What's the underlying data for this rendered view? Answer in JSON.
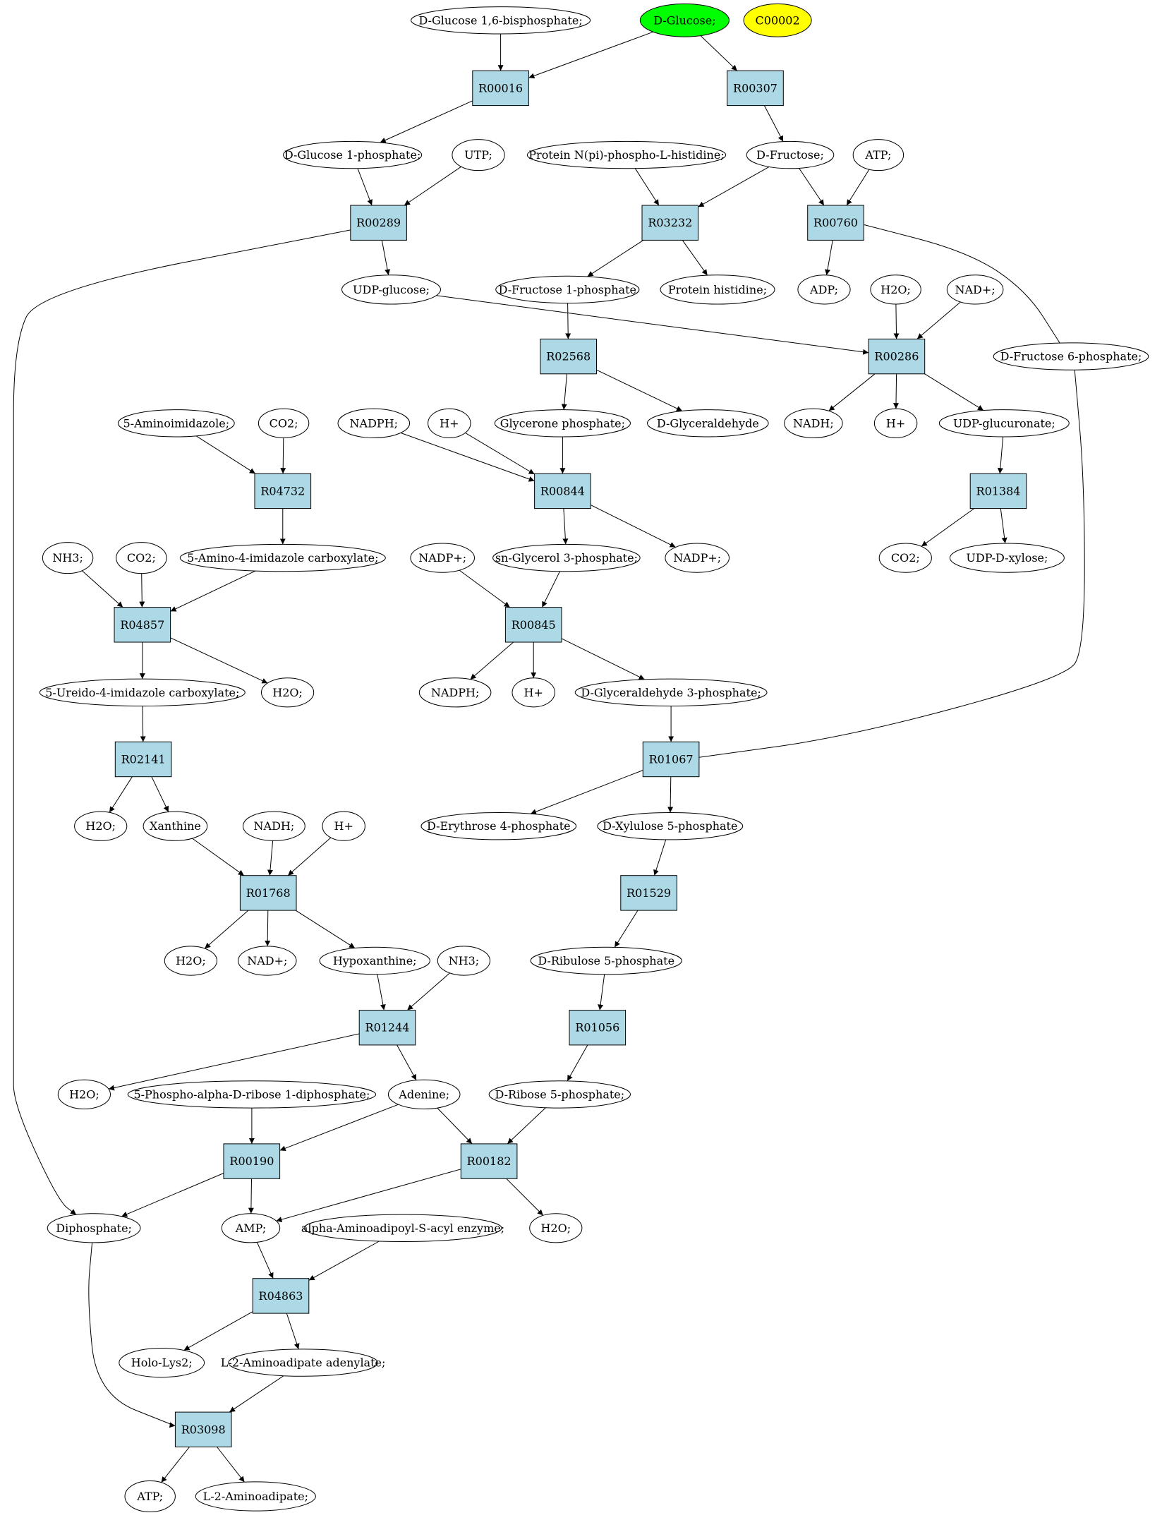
{
  "colors": {
    "reaction_fill": "#add8e6",
    "compound_fill": "#ffffff",
    "start_fill": "#00ff00",
    "query_fill": "#ffff00",
    "stroke": "#000000"
  },
  "nodes": [
    {
      "id": "g16bp",
      "kind": "compound",
      "label": "D-Glucose 1,6-bisphosphate;"
    },
    {
      "id": "dglc",
      "kind": "start",
      "label": "D-Glucose;"
    },
    {
      "id": "c00002",
      "kind": "query",
      "label": "C00002"
    },
    {
      "id": "R00016",
      "kind": "reaction",
      "label": "R00016"
    },
    {
      "id": "R00307",
      "kind": "reaction",
      "label": "R00307"
    },
    {
      "id": "g1p",
      "kind": "compound",
      "label": "D-Glucose 1-phosphate;"
    },
    {
      "id": "utp",
      "kind": "compound",
      "label": "UTP;"
    },
    {
      "id": "prothis",
      "kind": "compound",
      "label": "Protein N(pi)-phospho-L-histidine;"
    },
    {
      "id": "fru",
      "kind": "compound",
      "label": "D-Fructose;"
    },
    {
      "id": "atp1",
      "kind": "compound",
      "label": "ATP;"
    },
    {
      "id": "R00289",
      "kind": "reaction",
      "label": "R00289"
    },
    {
      "id": "R03232",
      "kind": "reaction",
      "label": "R03232"
    },
    {
      "id": "R00760",
      "kind": "reaction",
      "label": "R00760"
    },
    {
      "id": "udpglc",
      "kind": "compound",
      "label": "UDP-glucose;"
    },
    {
      "id": "f1p",
      "kind": "compound",
      "label": "D-Fructose 1-phosphate"
    },
    {
      "id": "prhis",
      "kind": "compound",
      "label": "Protein histidine;"
    },
    {
      "id": "adp",
      "kind": "compound",
      "label": "ADP;"
    },
    {
      "id": "h2o_a",
      "kind": "compound",
      "label": "H2O;"
    },
    {
      "id": "nadp_a",
      "kind": "compound",
      "label": "NAD+;"
    },
    {
      "id": "R02568",
      "kind": "reaction",
      "label": "R02568"
    },
    {
      "id": "R00286",
      "kind": "reaction",
      "label": "R00286"
    },
    {
      "id": "f6p",
      "kind": "compound",
      "label": "D-Fructose 6-phosphate;"
    },
    {
      "id": "aiz",
      "kind": "compound",
      "label": "5-Aminoimidazole;"
    },
    {
      "id": "co2_a",
      "kind": "compound",
      "label": "CO2;"
    },
    {
      "id": "nadph_a",
      "kind": "compound",
      "label": "NADPH;"
    },
    {
      "id": "hp_a",
      "kind": "compound",
      "label": "H+"
    },
    {
      "id": "dhap",
      "kind": "compound",
      "label": "Glycerone phosphate;"
    },
    {
      "id": "dgla",
      "kind": "compound",
      "label": "D-Glyceraldehyde"
    },
    {
      "id": "nadh_a",
      "kind": "compound",
      "label": "NADH;"
    },
    {
      "id": "hp_b",
      "kind": "compound",
      "label": "H+"
    },
    {
      "id": "udpgla",
      "kind": "compound",
      "label": "UDP-glucuronate;"
    },
    {
      "id": "R04732",
      "kind": "reaction",
      "label": "R04732"
    },
    {
      "id": "R00844",
      "kind": "reaction",
      "label": "R00844"
    },
    {
      "id": "R01384",
      "kind": "reaction",
      "label": "R01384"
    },
    {
      "id": "nh3_a",
      "kind": "compound",
      "label": "NH3;"
    },
    {
      "id": "co2_b",
      "kind": "compound",
      "label": "CO2;"
    },
    {
      "id": "aicx",
      "kind": "compound",
      "label": "5-Amino-4-imidazole carboxylate;"
    },
    {
      "id": "nadpp_a",
      "kind": "compound",
      "label": "NADP+;"
    },
    {
      "id": "g3p",
      "kind": "compound",
      "label": "sn-Glycerol 3-phosphate;"
    },
    {
      "id": "nadpp_b",
      "kind": "compound",
      "label": "NADP+;"
    },
    {
      "id": "co2_c",
      "kind": "compound",
      "label": "CO2;"
    },
    {
      "id": "udpxyl",
      "kind": "compound",
      "label": "UDP-D-xylose;"
    },
    {
      "id": "R04857",
      "kind": "reaction",
      "label": "R04857"
    },
    {
      "id": "R00845",
      "kind": "reaction",
      "label": "R00845"
    },
    {
      "id": "uicx",
      "kind": "compound",
      "label": "5-Ureido-4-imidazole carboxylate;"
    },
    {
      "id": "h2o_b",
      "kind": "compound",
      "label": "H2O;"
    },
    {
      "id": "nadph_b",
      "kind": "compound",
      "label": "NADPH;"
    },
    {
      "id": "hp_c",
      "kind": "compound",
      "label": "H+"
    },
    {
      "id": "gap",
      "kind": "compound",
      "label": "D-Glyceraldehyde 3-phosphate;"
    },
    {
      "id": "R02141",
      "kind": "reaction",
      "label": "R02141"
    },
    {
      "id": "R01067",
      "kind": "reaction",
      "label": "R01067"
    },
    {
      "id": "h2o_c",
      "kind": "compound",
      "label": "H2O;"
    },
    {
      "id": "xan",
      "kind": "compound",
      "label": "Xanthine"
    },
    {
      "id": "nadh_b",
      "kind": "compound",
      "label": "NADH;"
    },
    {
      "id": "hp_d",
      "kind": "compound",
      "label": "H+"
    },
    {
      "id": "e4p",
      "kind": "compound",
      "label": "D-Erythrose 4-phosphate"
    },
    {
      "id": "x5p",
      "kind": "compound",
      "label": "D-Xylulose 5-phosphate"
    },
    {
      "id": "R01768",
      "kind": "reaction",
      "label": "R01768"
    },
    {
      "id": "R01529",
      "kind": "reaction",
      "label": "R01529"
    },
    {
      "id": "h2o_d",
      "kind": "compound",
      "label": "H2O;"
    },
    {
      "id": "nadp_b",
      "kind": "compound",
      "label": "NAD+;"
    },
    {
      "id": "hyp",
      "kind": "compound",
      "label": "Hypoxanthine;"
    },
    {
      "id": "nh3_b",
      "kind": "compound",
      "label": "NH3;"
    },
    {
      "id": "ru5p",
      "kind": "compound",
      "label": "D-Ribulose 5-phosphate"
    },
    {
      "id": "R01244",
      "kind": "reaction",
      "label": "R01244"
    },
    {
      "id": "R01056",
      "kind": "reaction",
      "label": "R01056"
    },
    {
      "id": "h2o_e",
      "kind": "compound",
      "label": "H2O;"
    },
    {
      "id": "prpp",
      "kind": "compound",
      "label": "5-Phospho-alpha-D-ribose 1-diphosphate;"
    },
    {
      "id": "ade",
      "kind": "compound",
      "label": "Adenine;"
    },
    {
      "id": "r5p",
      "kind": "compound",
      "label": "D-Ribose 5-phosphate;"
    },
    {
      "id": "R00190",
      "kind": "reaction",
      "label": "R00190"
    },
    {
      "id": "R00182",
      "kind": "reaction",
      "label": "R00182"
    },
    {
      "id": "ppi",
      "kind": "compound",
      "label": "Diphosphate;"
    },
    {
      "id": "amp",
      "kind": "compound",
      "label": "AMP;"
    },
    {
      "id": "aasacyl",
      "kind": "compound",
      "label": "alpha-Aminoadipoyl-S-acyl enzyme;"
    },
    {
      "id": "h2o_f",
      "kind": "compound",
      "label": "H2O;"
    },
    {
      "id": "R04863",
      "kind": "reaction",
      "label": "R04863"
    },
    {
      "id": "holo",
      "kind": "compound",
      "label": "Holo-Lys2;"
    },
    {
      "id": "l2aaad",
      "kind": "compound",
      "label": "L-2-Aminoadipate adenylate;"
    },
    {
      "id": "R03098",
      "kind": "reaction",
      "label": "R03098"
    },
    {
      "id": "atp2",
      "kind": "compound",
      "label": "ATP;"
    },
    {
      "id": "l2aa",
      "kind": "compound",
      "label": "L-2-Aminoadipate;"
    }
  ],
  "edges": [
    [
      "g16bp",
      "R00016"
    ],
    [
      "dglc",
      "R00016"
    ],
    [
      "dglc",
      "R00307"
    ],
    [
      "R00016",
      "g1p"
    ],
    [
      "R00307",
      "fru"
    ],
    [
      "g1p",
      "R00289"
    ],
    [
      "utp",
      "R00289"
    ],
    [
      "prothis",
      "R03232"
    ],
    [
      "fru",
      "R03232"
    ],
    [
      "fru",
      "R00760"
    ],
    [
      "atp1",
      "R00760"
    ],
    [
      "R00289",
      "udpglc"
    ],
    [
      "R00289",
      "ppi"
    ],
    [
      "R03232",
      "f1p"
    ],
    [
      "R03232",
      "prhis"
    ],
    [
      "R00760",
      "adp"
    ],
    [
      "R00760",
      "f6p"
    ],
    [
      "udpglc",
      "R00286"
    ],
    [
      "h2o_a",
      "R00286"
    ],
    [
      "nadp_a",
      "R00286"
    ],
    [
      "f1p",
      "R02568"
    ],
    [
      "R02568",
      "dhap"
    ],
    [
      "R02568",
      "dgla"
    ],
    [
      "R00286",
      "nadh_a"
    ],
    [
      "R00286",
      "hp_b"
    ],
    [
      "R00286",
      "udpgla"
    ],
    [
      "aiz",
      "R04732"
    ],
    [
      "co2_a",
      "R04732"
    ],
    [
      "nadph_a",
      "R00844"
    ],
    [
      "hp_a",
      "R00844"
    ],
    [
      "dhap",
      "R00844"
    ],
    [
      "udpgla",
      "R01384"
    ],
    [
      "R04732",
      "aicx"
    ],
    [
      "R00844",
      "g3p"
    ],
    [
      "R00844",
      "nadpp_b"
    ],
    [
      "R01384",
      "co2_c"
    ],
    [
      "R01384",
      "udpxyl"
    ],
    [
      "nh3_a",
      "R04857"
    ],
    [
      "co2_b",
      "R04857"
    ],
    [
      "aicx",
      "R04857"
    ],
    [
      "nadpp_a",
      "R00845"
    ],
    [
      "g3p",
      "R00845"
    ],
    [
      "R04857",
      "uicx"
    ],
    [
      "R04857",
      "h2o_b"
    ],
    [
      "R00845",
      "nadph_b"
    ],
    [
      "R00845",
      "hp_c"
    ],
    [
      "R00845",
      "gap"
    ],
    [
      "uicx",
      "R02141"
    ],
    [
      "gap",
      "R01067"
    ],
    [
      "f6p",
      "R01067"
    ],
    [
      "R02141",
      "h2o_c"
    ],
    [
      "R02141",
      "xan"
    ],
    [
      "xan",
      "R01768"
    ],
    [
      "nadh_b",
      "R01768"
    ],
    [
      "hp_d",
      "R01768"
    ],
    [
      "R01067",
      "e4p"
    ],
    [
      "R01067",
      "x5p"
    ],
    [
      "x5p",
      "R01529"
    ],
    [
      "R01768",
      "h2o_d"
    ],
    [
      "R01768",
      "nadp_b"
    ],
    [
      "R01768",
      "hyp"
    ],
    [
      "R01529",
      "ru5p"
    ],
    [
      "hyp",
      "R01244"
    ],
    [
      "nh3_b",
      "R01244"
    ],
    [
      "ru5p",
      "R01056"
    ],
    [
      "R01244",
      "h2o_e"
    ],
    [
      "R01244",
      "ade"
    ],
    [
      "R01056",
      "r5p"
    ],
    [
      "prpp",
      "R00190"
    ],
    [
      "ade",
      "R00190"
    ],
    [
      "ade",
      "R00182"
    ],
    [
      "r5p",
      "R00182"
    ],
    [
      "R00190",
      "ppi"
    ],
    [
      "R00190",
      "amp"
    ],
    [
      "R00182",
      "amp"
    ],
    [
      "R00182",
      "h2o_f"
    ],
    [
      "amp",
      "R04863"
    ],
    [
      "aasacyl",
      "R04863"
    ],
    [
      "R04863",
      "holo"
    ],
    [
      "R04863",
      "l2aaad"
    ],
    [
      "ppi",
      "R03098"
    ],
    [
      "l2aaad",
      "R03098"
    ],
    [
      "R03098",
      "atp2"
    ],
    [
      "R03098",
      "l2aa"
    ]
  ]
}
